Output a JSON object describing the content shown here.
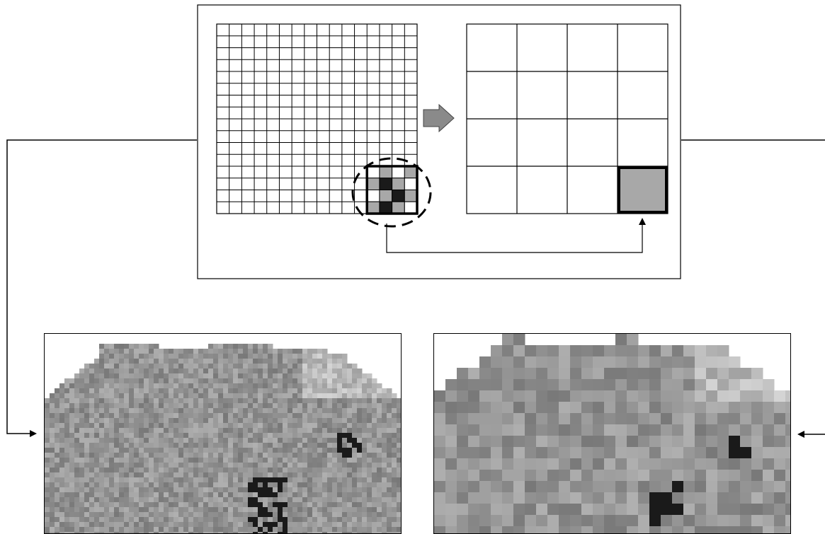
{
  "diagram": {
    "type": "block-downsampling-illustration",
    "fine_grid": {
      "rows": 16,
      "cols": 16,
      "highlighted_block": {
        "row_start": 12,
        "col_start": 12,
        "size": 4
      }
    },
    "coarse_grid": {
      "rows": 4,
      "cols": 4,
      "highlighted_cell": {
        "row": 3,
        "col": 3
      }
    },
    "colors": {
      "line": "#000000",
      "arrow_fill": "#8a8a8a",
      "highlight_fill": "#a8a8a8",
      "map_base": "#9a9a9a",
      "map_light": "#c4c4c4",
      "map_dark": "#1a1a1a"
    },
    "panels": [
      {
        "name": "fine-resolution-image"
      },
      {
        "name": "coarse-resolution-image"
      }
    ]
  }
}
